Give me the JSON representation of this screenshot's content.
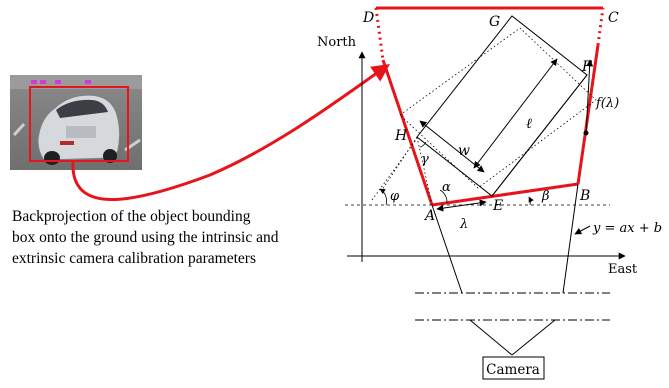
{
  "caption": {
    "lines": [
      "Backprojection of the object bounding",
      "box onto the ground using the intrinsic and",
      "extrinsic camera calibration parameters"
    ]
  },
  "axes": {
    "north": "North",
    "east": "East"
  },
  "points": {
    "A": "A",
    "B": "B",
    "C": "C",
    "D": "D",
    "E": "E",
    "F": "F",
    "G": "G",
    "H": "H"
  },
  "greek": {
    "alpha": "α",
    "beta": "β",
    "gamma": "γ",
    "phi": "φ",
    "lambda": "λ"
  },
  "measures": {
    "w": "w",
    "ell": "ℓ",
    "f_lambda": "f(λ)"
  },
  "line_equation": "y = ax + b",
  "camera_label": "Camera",
  "colors": {
    "highlight": "#e8141b",
    "ink": "#000000"
  },
  "thumbnail": {
    "description_icon": "car-photo-icon",
    "plate_text": ""
  }
}
